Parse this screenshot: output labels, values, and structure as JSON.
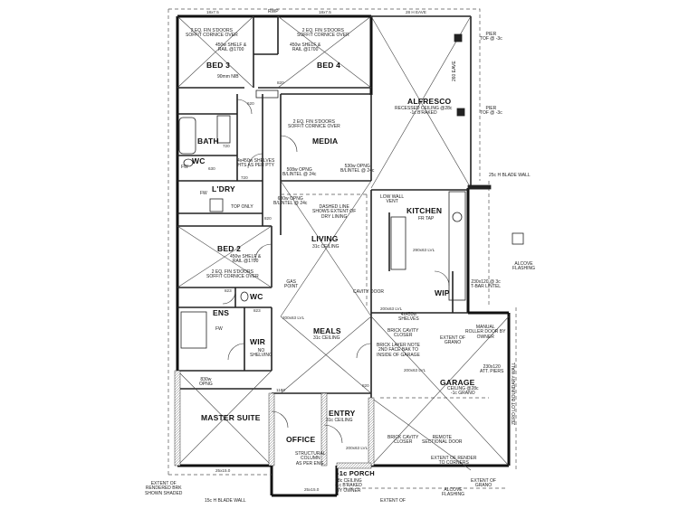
{
  "rooms": {
    "bed3": "BED 3",
    "bed4": "BED 4",
    "bath": "BATH",
    "wc1": "WC",
    "ldry": "L'DRY",
    "media": "MEDIA",
    "alfresco": "ALFRESCO",
    "kitchen": "KITCHEN",
    "living": "LIVING",
    "bed2": "BED 2",
    "wc2": "WC",
    "wip": "WIP",
    "ens": "ENS",
    "wir": "WIR",
    "meals": "MEALS",
    "garage": "GARAGE",
    "master": "MASTER SUITE",
    "entry": "ENTRY",
    "office": "OFFICE",
    "porch": "-1c PORCH"
  },
  "notes": {
    "bed3_doors": "2 EQ. FIN S'DOORS",
    "bed3_soffit": "SOFFIT CORNICE OVER",
    "bed3_shelf": "450w SHELF &",
    "bed3_rail": "RAIL @1700",
    "bed4_doors": "2 EQ. FIN S'DOORS",
    "bed4_soffit": "SOFFIT CORNICE OVER",
    "bed4_shelf": "450w SHELF &",
    "bed4_rail": "RAIL @1700",
    "nib": "90mm NIB",
    "media_doors": "2 EQ. FIN S'DOORS",
    "media_soffit": "SOFFIT CORNICE OVER",
    "media_opng": "508w OPNG",
    "media_lintel": "B/LINTEL @ 24c",
    "media_opng2": "530w OPNG",
    "media_lintel2": "B/LINTEL @ 24c",
    "alf_ceiling": "RECESSED CEILING @28c",
    "alf_raked": "-1c B'RAKED",
    "shelves": "4x450w SHELVES",
    "shelves2": "HTS AS PER PTY",
    "ldry_opng": "680w OPNG",
    "ldry_lintel": "B/LINTEL @ 24c",
    "dashed1": "DASHED LINE",
    "dashed2": "SHOWS EXTENT OF",
    "dashed3": "DRY LINING",
    "living_ceiling": "31c CEILING",
    "low_wall": "LOW WALL",
    "vent": "VENT",
    "fr_tap": "FR TAP",
    "top_only": "TOP ONLY",
    "bed2_shelf": "450w SHELF &",
    "bed2_rail": "RAIL @1700",
    "bed2_doors": "2 EQ. FIN S'DOORS",
    "bed2_soffit": "SOFFIT CORNICE OVER",
    "gas_point": "GAS",
    "gas_point2": "POINT",
    "cavity_door": "CAVITY DOOR",
    "wip_shelves": "4x450w",
    "wip_shelves2": "SHELVES",
    "meals_ceiling": "31c CEILING",
    "wir_shelving": "NO",
    "wir_shelving2": "SHELVING",
    "brick_cavity": "BRICK CAVITY",
    "closer": "CLOSER",
    "brick_layer1": "BRICK LAYER NOTE",
    "brick_layer2": "2ND FACE BAK TO",
    "brick_layer3": "INSIDE OF GARAGE",
    "manual1": "MANUAL",
    "manual2": "ROLLER DOOR BY",
    "manual3": "OWNER",
    "extent_grano": "EXTENT OF",
    "extent_grano2": "GRANO",
    "att_piers": "230x120",
    "att_piers2": "ATT. PIERS",
    "garage_ceiling": "GARAGE",
    "garage_ceiling2": "CEILING @28c",
    "garage_ceiling3": "-1c GRANO",
    "entry_ceiling": "31c CEILING",
    "brick_cavity2": "BRICK CAVITY",
    "closer2": "CLOSER",
    "remote1": "REMOTE",
    "remote2": "SECTIONAL DOOR",
    "structural1": "STRUCTURAL",
    "structural2": "COLUMN",
    "structural3": "AS PER ENG.",
    "porch1": "28c CEILING",
    "porch2": "-1c B'RAKED",
    "porch3": "BY OWNER",
    "extent_render": "EXTENT OF RENDER",
    "extent_render2": "TO CORNERS",
    "extent_rend_bl1": "EXTENT OF",
    "extent_rend_bl2": "RENDERED BRK",
    "extent_rend_bl3": "SHOWN SHADED",
    "blade_bottom": "15c H BLADE WALL",
    "blade_right": "25c H BLADE WALL",
    "boundary": "ZERO LOT BOUNDARY WALL",
    "alcove1": "ALCOVE",
    "alcove2": "FLASHING",
    "alcove_bot1": "ALCOVE",
    "alcove_bot2": "FLASHING",
    "extent_bot": "EXTENT OF",
    "extent_bot2": "GRANO",
    "master_opng": "830w",
    "master_opng2": "OPNG",
    "pier_top1": "PIER",
    "pier_top2": "TOF @ -3c",
    "pier_mid1": "PIER",
    "pier_mid2": "TOF @ -3c",
    "rwp": "RWP",
    "fw": "FW",
    "fw2": "FW",
    "fw3": "FW",
    "lintel_right1": "230x120 @ 3c",
    "lintel_right2": "T-BAR LINTEL",
    "eave": "260 EAVE",
    "eave2": "260 EAVE"
  },
  "dims": {
    "top1": "18x7.5",
    "top2": "18x7.5",
    "top3": "28 H EAVE",
    "d820a": "820",
    "d620": "620",
    "d720": "720",
    "d630": "630",
    "d760": "760",
    "d820b": "820",
    "d820c": "820",
    "d720b": "720",
    "d823": "823",
    "d823b": "823",
    "d1180": "1180",
    "d820d": "820",
    "bot1": "25x15.0",
    "bot2": "25x15.0",
    "bot3": "25x15.0",
    "lvl1": "200x63 LVL",
    "lvl2": "200x63 LVL",
    "lvl3": "290x63 LVL",
    "lvl4": "200x63 LVL",
    "lvl5": "200x63 LVL"
  }
}
